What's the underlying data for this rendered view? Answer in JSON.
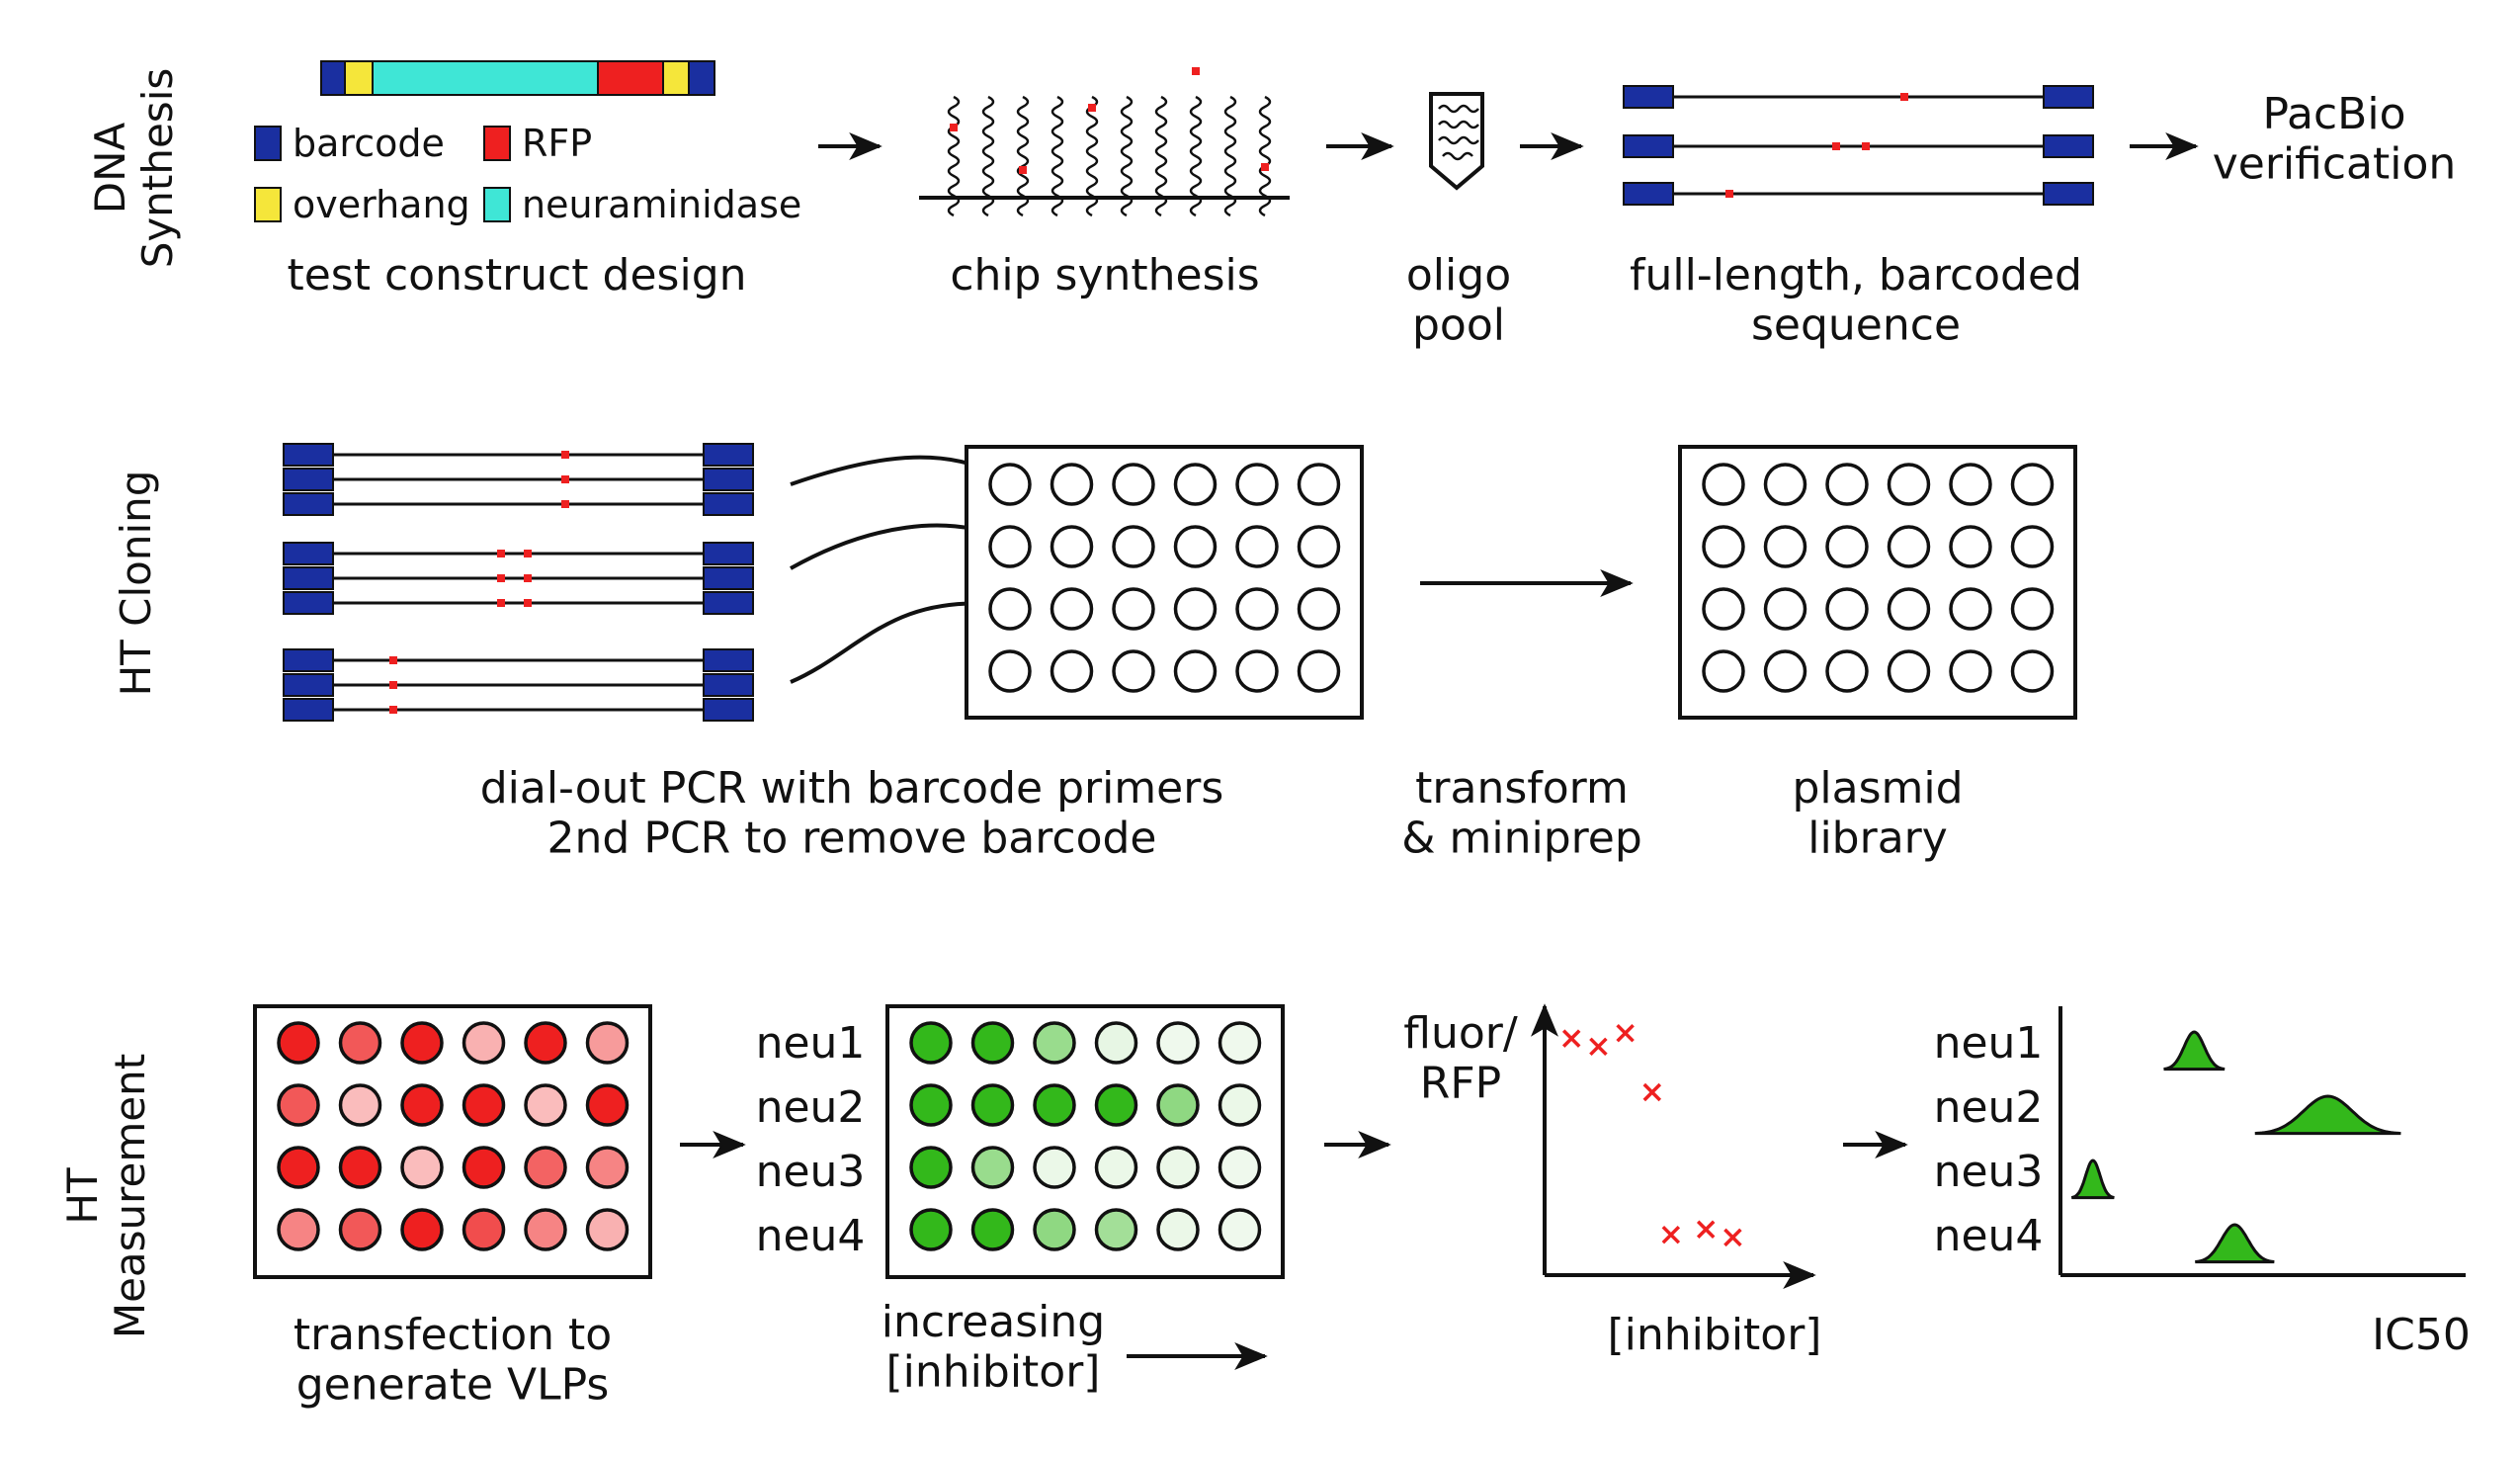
{
  "sections": {
    "dna": "DNA\nSynthesis",
    "cloning": "HT Cloning",
    "measurement": "HT\nMeasurement"
  },
  "legend": {
    "barcode": "barcode",
    "rfp": "RFP",
    "overhang": "overhang",
    "neuraminidase": "neuraminidase"
  },
  "row1": {
    "design": "test construct design",
    "chip": "chip synthesis",
    "oligo": "oligo\npool",
    "fulllength": "full-length, barcoded\nsequence",
    "pacbio": "PacBio\nverification"
  },
  "row2": {
    "dialout": "dial-out PCR with barcode primers\n2nd PCR to remove barcode",
    "transform": "transform\n& miniprep",
    "plasmid": "plasmid\nlibrary"
  },
  "row3": {
    "transfection": "transfection to\ngenerate VLPs",
    "increasing": "increasing\n[inhibitor]",
    "fluor": "fluor/\nRFP",
    "inhibitor_axis": "[inhibitor]",
    "ic50": "IC50",
    "neu_labels": [
      "neu1",
      "neu2",
      "neu3",
      "neu4"
    ]
  },
  "colors": {
    "barcode": "#1a2fa0",
    "overhang": "#f5e63a",
    "rfp": "#ee2020",
    "neuraminidase": "#3fe6d6",
    "mutation": "#ee2020",
    "green": "#33b81b"
  },
  "red_plate": [
    [
      1.0,
      0.75,
      1.0,
      0.35,
      1.0,
      0.45
    ],
    [
      0.75,
      0.3,
      1.0,
      1.0,
      0.3,
      1.0
    ],
    [
      1.0,
      1.0,
      0.3,
      1.0,
      0.7,
      0.55
    ],
    [
      0.55,
      0.75,
      1.0,
      0.8,
      0.55,
      0.35
    ]
  ],
  "green_plate": [
    [
      1.0,
      1.0,
      0.5,
      0.12,
      0.08,
      0.08
    ],
    [
      1.0,
      1.0,
      1.0,
      1.0,
      0.55,
      0.1
    ],
    [
      1.0,
      0.5,
      0.1,
      0.1,
      0.1,
      0.08
    ],
    [
      1.0,
      1.0,
      0.55,
      0.45,
      0.1,
      0.08
    ]
  ],
  "ic50_chart": {
    "type": "ridge",
    "rows": [
      "neu1",
      "neu2",
      "neu3",
      "neu4"
    ],
    "relative_peak_position": [
      0.33,
      0.66,
      0.08,
      0.43
    ],
    "relative_width": [
      0.05,
      0.12,
      0.035,
      0.065
    ],
    "xlabel": "IC50"
  },
  "inhibition_chart": {
    "type": "scatter",
    "marker": "x",
    "relative_inhibitor": [
      0.1,
      0.2,
      0.3,
      0.4,
      0.47,
      0.6,
      0.7
    ],
    "relative_signal": [
      0.88,
      0.85,
      0.9,
      0.68,
      0.15,
      0.17,
      0.14
    ],
    "xlabel": "[inhibitor]",
    "ylabel": "fluor/\nRFP"
  }
}
